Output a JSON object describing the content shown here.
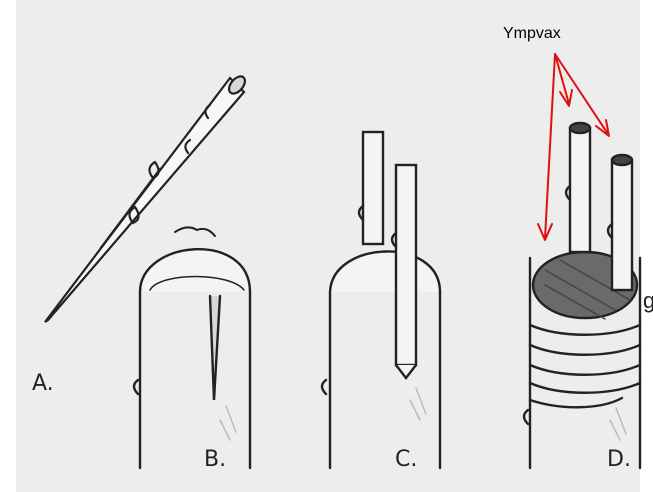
{
  "figure": {
    "panel_labels": {
      "a": "A.",
      "b": "B.",
      "c": "C.",
      "d": "D."
    },
    "callout_label": "Ympvax",
    "callout_color": "#e01010",
    "edge_text": "g",
    "paper_color": "#ededed"
  }
}
